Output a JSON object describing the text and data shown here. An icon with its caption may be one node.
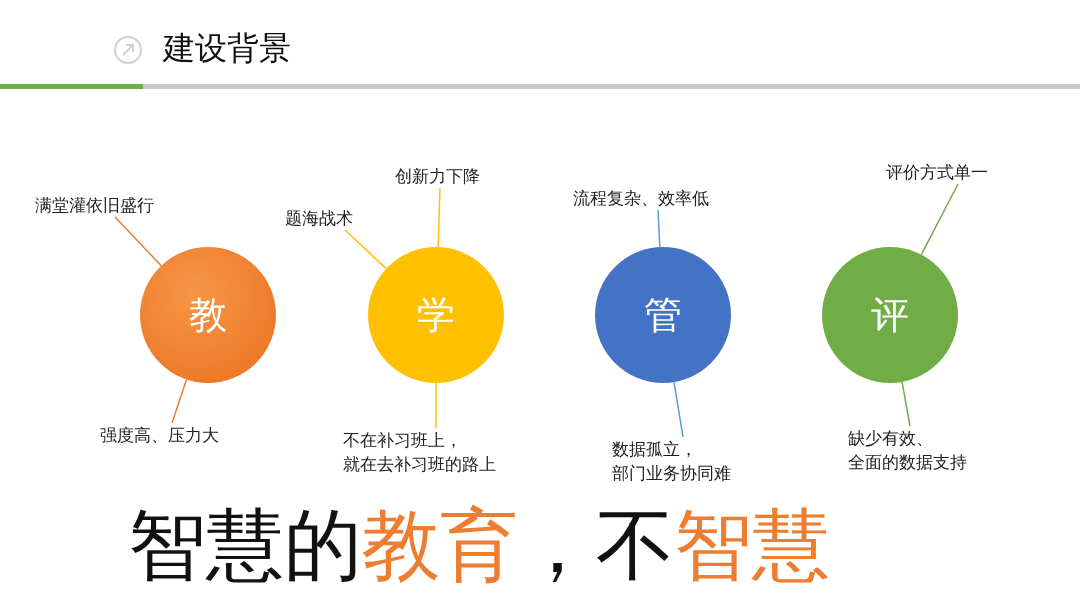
{
  "diagram": {
    "title": "建设背景",
    "caption": "智慧的教育，不智慧",
    "nodes": [
      {
        "text": [
          "教"
        ]
      },
      {
        "text": [
          "学"
        ]
      },
      {
        "text": [
          "管"
        ]
      },
      {
        "text": [
          "评"
        ]
      },
      {
        "text": [
          "满堂灌依旧盛行"
        ]
      },
      {
        "text": [
          "强度高、压力大"
        ]
      },
      {
        "text": [
          "题海战术"
        ]
      },
      {
        "text": [
          "创新力下降"
        ]
      },
      {
        "text": [
          "不在补习班上，就在去补习班的路上"
        ]
      },
      {
        "text": [
          "流程复杂、效率低"
        ]
      },
      {
        "text": [
          "数据孤立，部门业务协同难"
        ]
      },
      {
        "text": [
          "评价方式单一"
        ]
      },
      {
        "text": [
          "缺少有效、全面的数据支持"
        ]
      }
    ],
    "edges": [
      {
        "from": 4,
        "to": 0,
        "arrow": "none",
        "color": "#ed7d31"
      },
      {
        "from": 5,
        "to": 0,
        "arrow": "none",
        "color": "#ed7d31"
      },
      {
        "from": 6,
        "to": 1,
        "arrow": "none",
        "color": "#ffc000"
      },
      {
        "from": 7,
        "to": 1,
        "arrow": "none",
        "color": "#ffc000"
      },
      {
        "from": 8,
        "to": 1,
        "arrow": "none",
        "color": "#ffc000"
      },
      {
        "from": 9,
        "to": 2,
        "arrow": "none",
        "color": "#5b9bd5"
      },
      {
        "from": 10,
        "to": 2,
        "arrow": "none",
        "color": "#5b9bd5"
      },
      {
        "from": 11,
        "to": 3,
        "arrow": "none",
        "color": "#70ad47"
      },
      {
        "from": 12,
        "to": 3,
        "arrow": "none",
        "color": "#70ad47"
      }
    ]
  }
}
